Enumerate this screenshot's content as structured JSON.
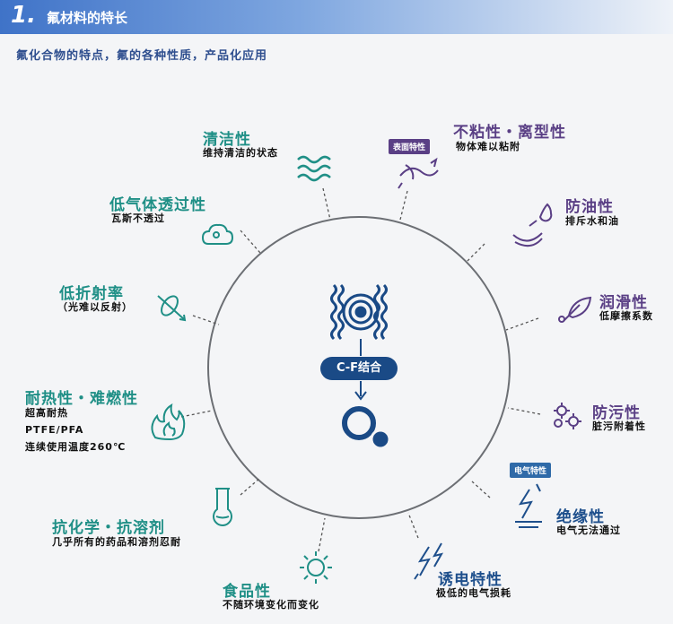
{
  "header": {
    "number": "1.",
    "title": "氟材料的特长",
    "accent": "#3f73c8"
  },
  "subtitle": "氟化合物的特点，氟的各种性质，产品化应用",
  "center": {
    "label": "C-F结合"
  },
  "colors": {
    "teal": "#1f8f86",
    "purple": "#5a3f85",
    "blue": "#1e4f8c"
  },
  "left_properties": [
    {
      "title": "清洁性",
      "desc": [
        "维持清洁的状态"
      ],
      "icon": "waves-icon"
    },
    {
      "title": "低气体透过性",
      "desc": [
        "瓦斯不透过"
      ],
      "icon": "cloud-icon"
    },
    {
      "title": "低折射率",
      "desc": [
        "（光难以反射）"
      ],
      "icon": "prism-icon"
    },
    {
      "title": "耐热性・难燃性",
      "desc": [
        "超高耐热",
        "PTFE/PFA",
        "连续使用温度260℃"
      ],
      "icon": "flame-icon"
    },
    {
      "title": "抗化学・抗溶剂",
      "desc": [
        "几乎所有的药品和溶剂忍耐"
      ],
      "icon": "flask-icon"
    },
    {
      "title": "食品性",
      "desc": [
        "不随环境变化而变化"
      ],
      "icon": "sun-icon"
    }
  ],
  "right_properties": [
    {
      "tag": "表面特性",
      "title": "不粘性・离型性",
      "desc": [
        "物体难以粘附"
      ],
      "icon": "release-icon"
    },
    {
      "title": "防油性",
      "desc": [
        "排斥水和油"
      ],
      "icon": "oil-drop-icon"
    },
    {
      "title": "润滑性",
      "desc": [
        "低摩擦系数"
      ],
      "icon": "leaf-icon"
    },
    {
      "title": "防污性",
      "desc": [
        "脏污附着性"
      ],
      "icon": "gears-icon"
    },
    {
      "tag": "电气特性",
      "title": "绝缘性",
      "desc": [
        "电气无法通过"
      ],
      "icon": "insulation-icon"
    },
    {
      "title": "诱电特性",
      "desc": [
        "极低的电气损耗"
      ],
      "icon": "lightning-icon"
    }
  ]
}
